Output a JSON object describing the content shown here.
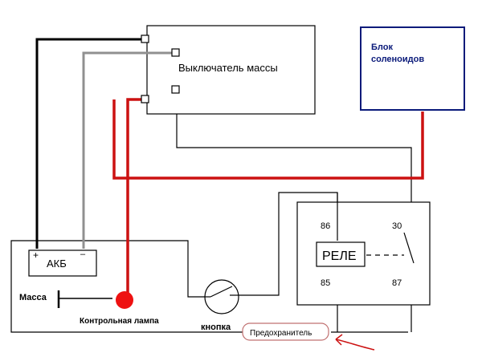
{
  "labels": {
    "switch": "Выключатель массы",
    "solenoid_line1": "Блок",
    "solenoid_line2": "соленоидов",
    "battery": "АКБ",
    "battery_plus": "+",
    "battery_minus": "–",
    "ground": "Масса",
    "lamp": "Контрольная лампа",
    "button": "кнопка",
    "fuse": "Предохранитель",
    "relay": "РЕЛЕ",
    "pin_86": "86",
    "pin_85": "85",
    "pin_30": "30",
    "pin_87": "87"
  },
  "colors": {
    "wire_black": "#000000",
    "wire_gray": "#909090",
    "wire_red": "#cc1111",
    "lamp": "#ee1111",
    "solenoid_border": "#0a1a7a",
    "solenoid_text": "#0a1a7a",
    "fuse_border": "#c07070",
    "arrow": "#cc1111"
  }
}
